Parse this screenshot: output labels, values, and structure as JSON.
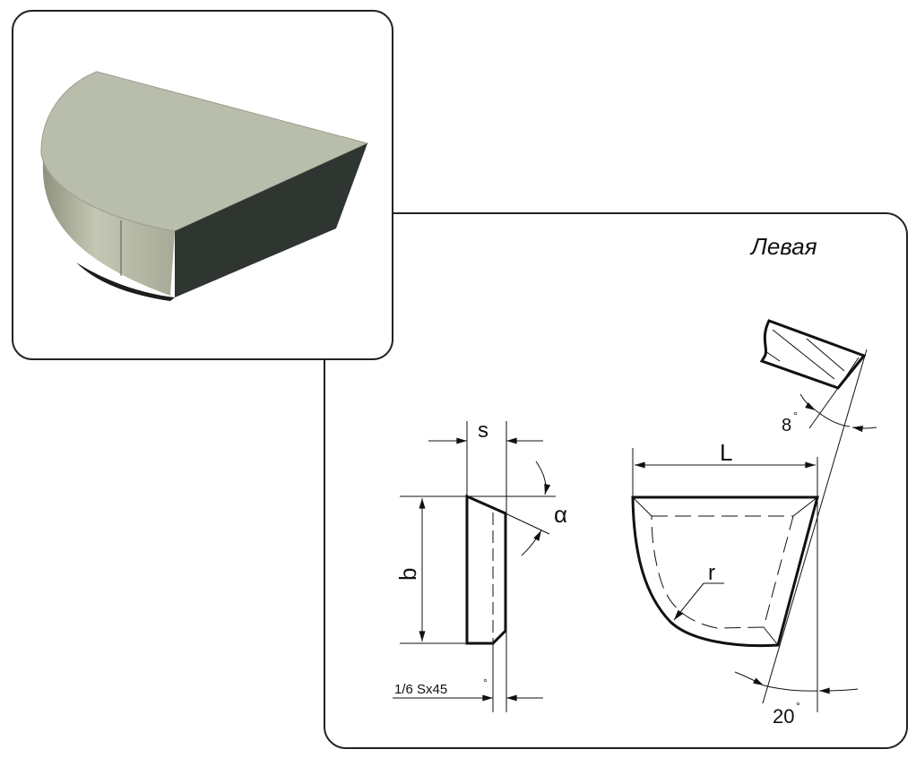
{
  "title": "Левая",
  "side_view": {
    "dim_s": "s",
    "dim_b": "b",
    "angle_alpha": "α",
    "chamfer": "1/6 Sx45",
    "degree_mark": "°"
  },
  "top_view": {
    "dim_L": "L",
    "radius_r": "r",
    "angle_8": "8",
    "angle_20": "20",
    "degree_mark": "°"
  },
  "colors": {
    "top_face": "#b9bdab",
    "side_face": "#a9ad98",
    "dark_face": "#2f3530",
    "frame": "#222222"
  }
}
